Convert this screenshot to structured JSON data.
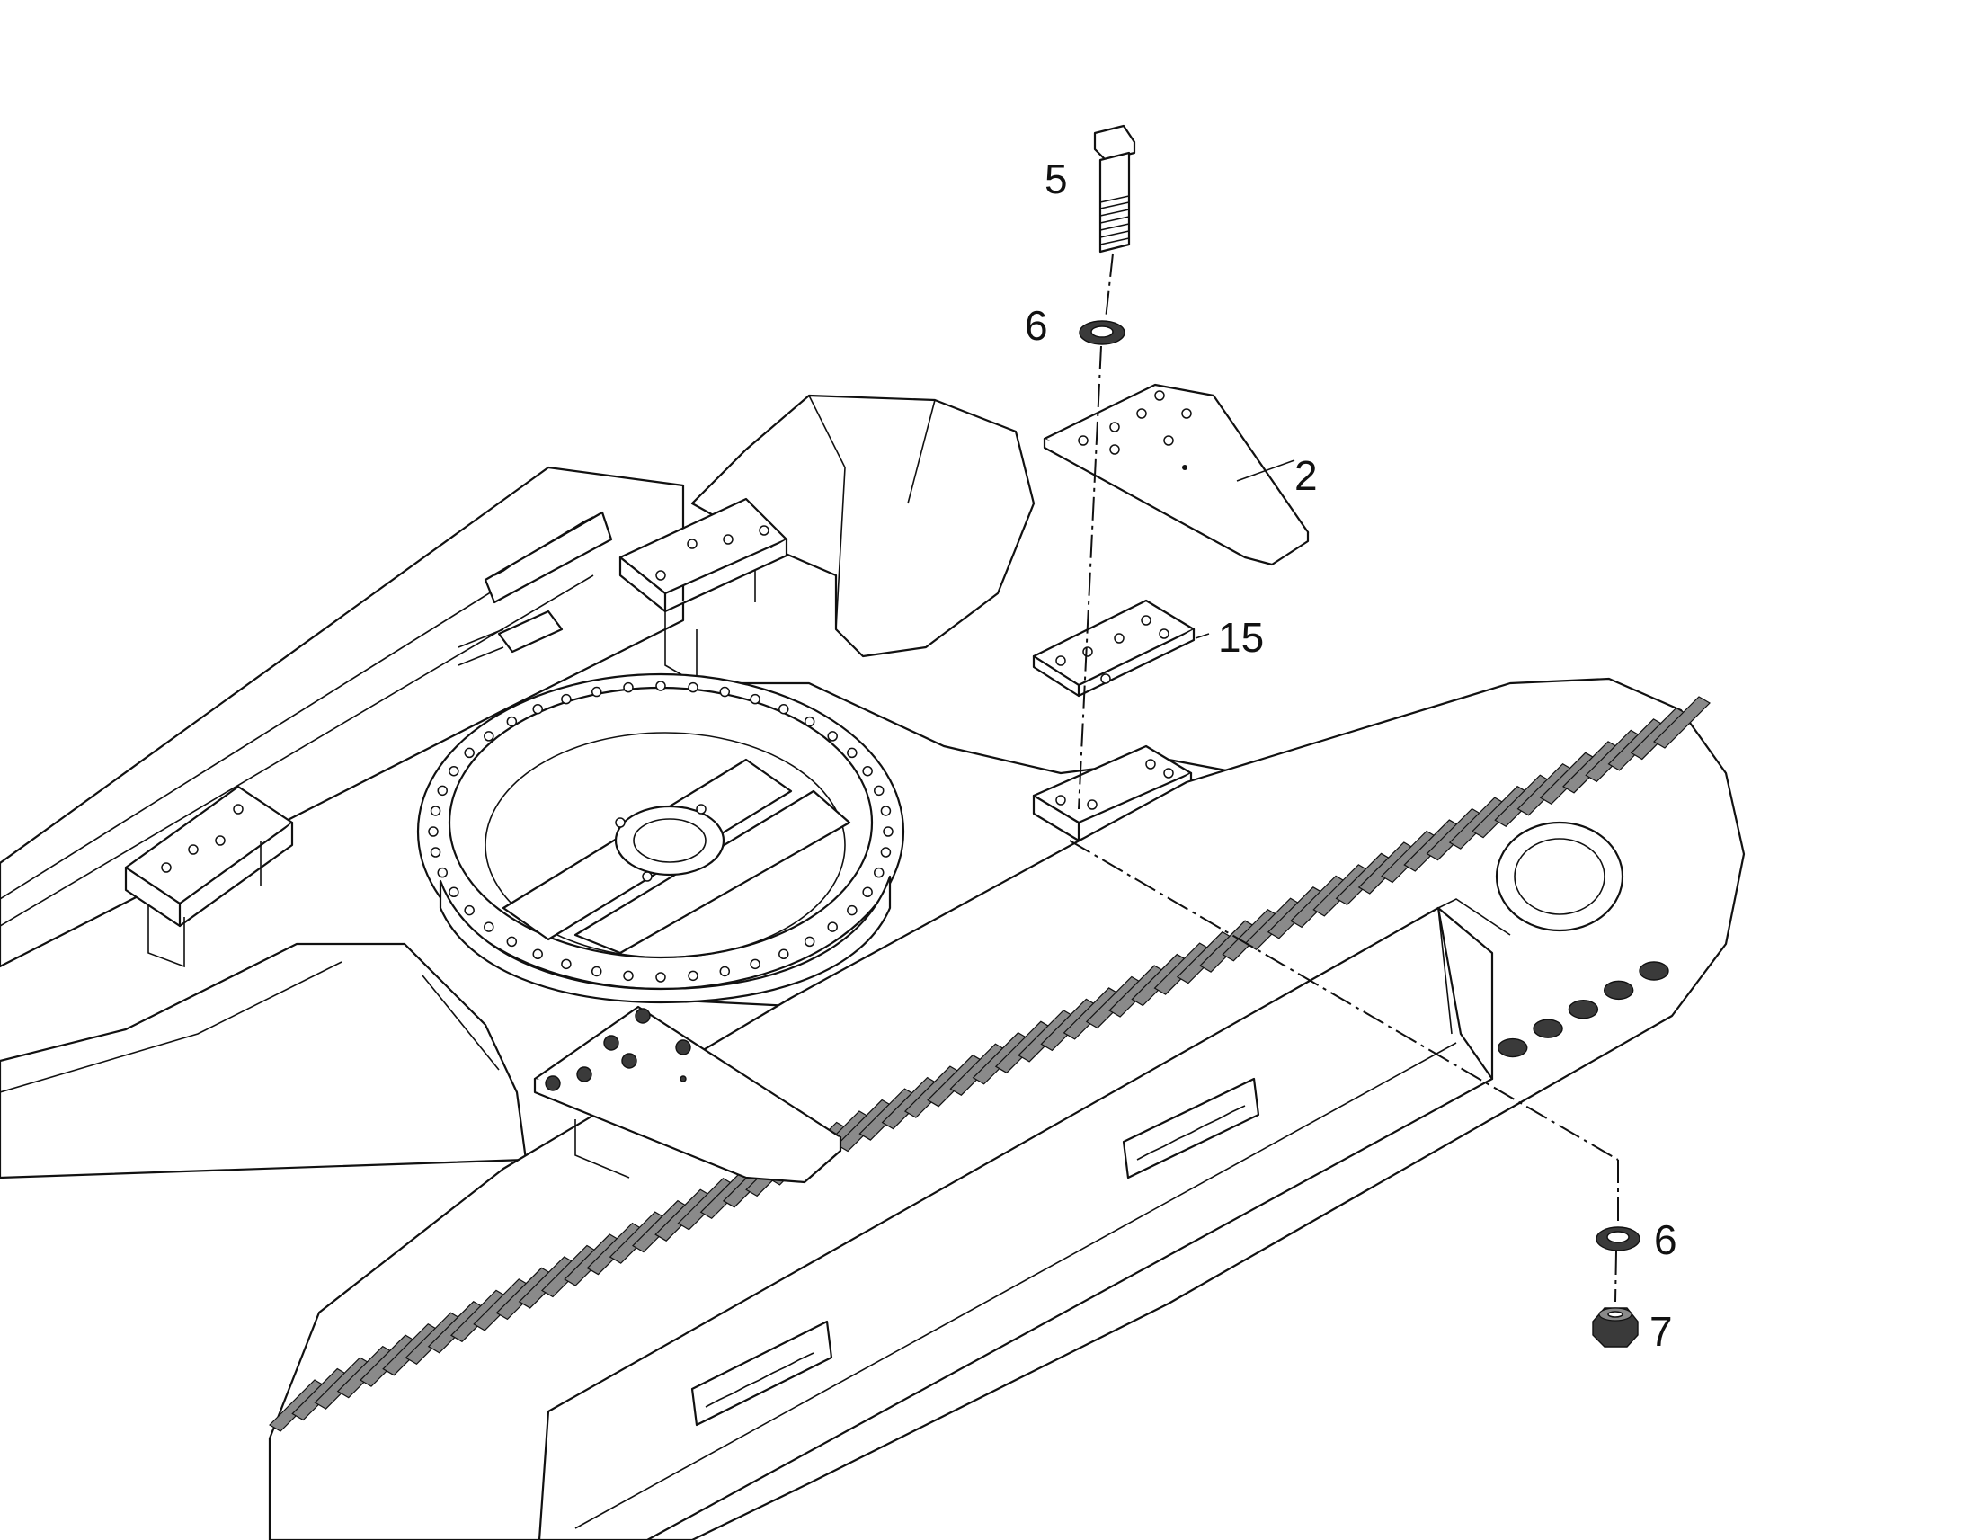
{
  "callouts": {
    "bolt": "5",
    "washer_top": "6",
    "plate_large": "2",
    "plate_shim": "15",
    "washer_bottom": "6",
    "nut": "7"
  }
}
